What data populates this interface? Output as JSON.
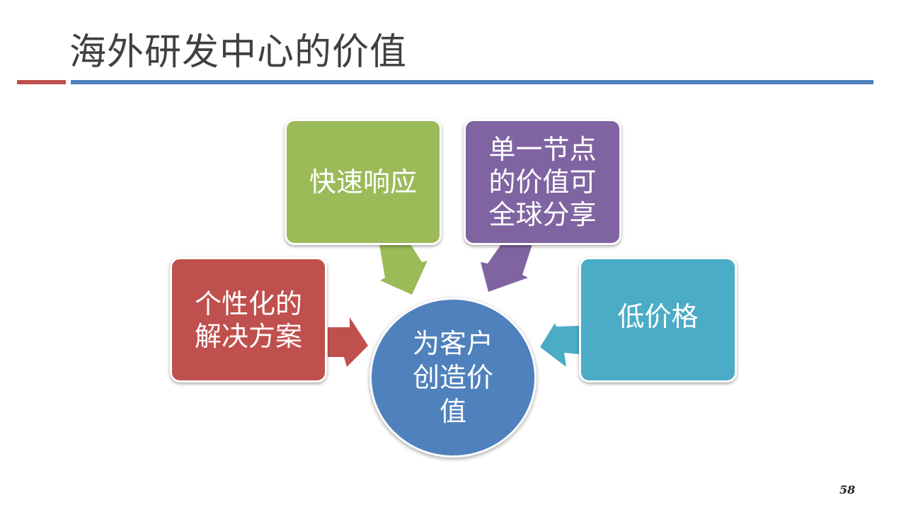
{
  "title": "海外研发中心的价值",
  "page_number": "58",
  "colors": {
    "red": "#C0504D",
    "green": "#9BBB59",
    "purple": "#8064A2",
    "teal": "#4BACC6",
    "blue": "#4F81BD",
    "accent_rule_red": "#C0504D",
    "accent_rule_blue": "#4F81BD"
  },
  "diagram": {
    "center": {
      "lines": [
        "为客户",
        "创造价",
        "值"
      ]
    },
    "nodes": [
      {
        "id": "personalized",
        "lines": [
          "个性化的",
          "解决方案"
        ]
      },
      {
        "id": "fast",
        "lines": [
          "快速响应"
        ]
      },
      {
        "id": "shared",
        "lines": [
          "单一节点",
          "的价值可",
          "全球分享"
        ]
      },
      {
        "id": "low-price",
        "lines": [
          "低价格"
        ]
      }
    ]
  }
}
